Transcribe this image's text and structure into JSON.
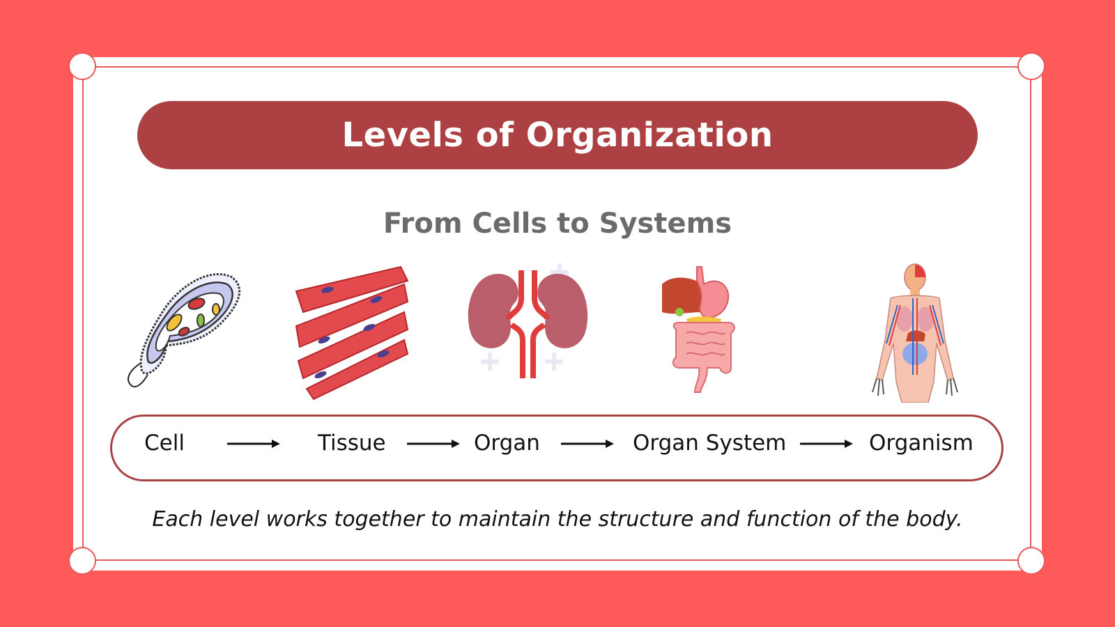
{
  "header": {
    "title": "Levels of Organization"
  },
  "subtitle": "From Cells to Systems",
  "steps": [
    {
      "label": "Cell",
      "icon": "cell-icon"
    },
    {
      "label": "Tissue",
      "icon": "tissue-icon"
    },
    {
      "label": "Organ",
      "icon": "kidney-icon"
    },
    {
      "label": "Organ System",
      "icon": "digestive-system-icon"
    },
    {
      "label": "Organism",
      "icon": "human-body-icon"
    }
  ],
  "caption": "Each level works together to maintain the structure and function of the body.",
  "colors": {
    "background": "#fe5a59",
    "title_pill": "#ad4043",
    "frame_border": "#e8575a",
    "flow_border": "#a84144",
    "subtitle_text": "#6b6b6b"
  }
}
